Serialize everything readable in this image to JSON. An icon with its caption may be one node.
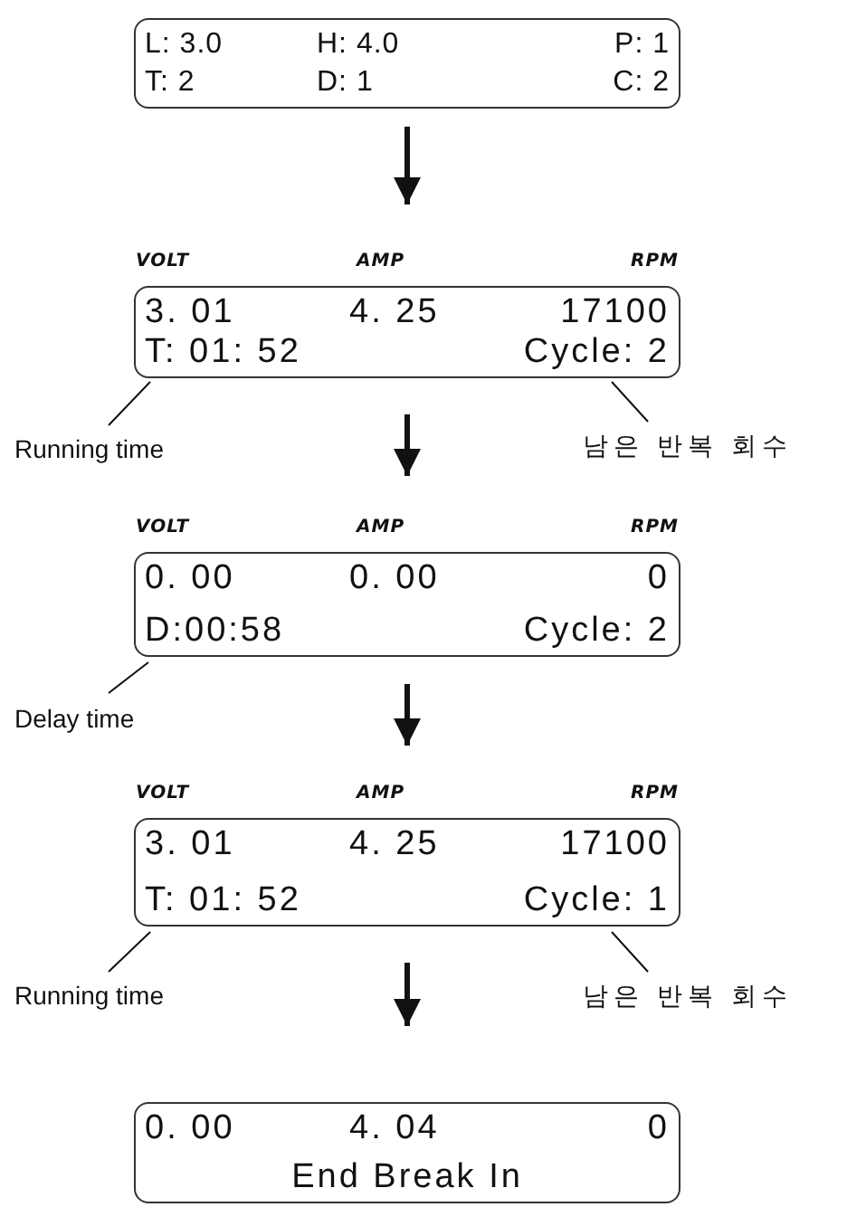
{
  "diagram": {
    "nodes": [
      {
        "text": [
          "L: 3.0",
          "H: 4.0",
          "P: 1",
          "T: 2",
          "D: 1",
          "C: 2"
        ]
      },
      {
        "text": [
          "VOLT",
          "AMP",
          "RPM",
          "3. 01",
          "4. 25",
          "17100",
          "T: 01: 52",
          "Cycle: 2"
        ]
      },
      {
        "text": [
          "Running time"
        ]
      },
      {
        "text": [
          "남은 반복 회수"
        ]
      },
      {
        "text": [
          "VOLT",
          "AMP",
          "RPM",
          "0. 00",
          "0. 00",
          "0",
          "D:00:58",
          "Cycle: 2"
        ]
      },
      {
        "text": [
          "Delay time"
        ]
      },
      {
        "text": [
          "VOLT",
          "AMP",
          "RPM",
          "3. 01",
          "4. 25",
          "17100",
          "T: 01: 52",
          "Cycle: 1"
        ]
      },
      {
        "text": [
          "Running time"
        ]
      },
      {
        "text": [
          "남은 반복 회수"
        ]
      },
      {
        "text": [
          "0. 00",
          "4. 04",
          "0",
          "End Break In"
        ]
      }
    ],
    "edges": [
      {
        "from": 0,
        "to": 1,
        "arrow": "to",
        "style": "thick"
      },
      {
        "from": 1,
        "to": 4,
        "arrow": "to",
        "style": "thick"
      },
      {
        "from": 4,
        "to": 6,
        "arrow": "to",
        "style": "thick"
      },
      {
        "from": 6,
        "to": 9,
        "arrow": "to",
        "style": "thick"
      },
      {
        "from": 2,
        "to": 1,
        "arrow": "none"
      },
      {
        "from": 3,
        "to": 1,
        "arrow": "none"
      },
      {
        "from": 5,
        "to": 4,
        "arrow": "none"
      },
      {
        "from": 7,
        "to": 6,
        "arrow": "none"
      },
      {
        "from": 8,
        "to": 6,
        "arrow": "none"
      }
    ]
  }
}
